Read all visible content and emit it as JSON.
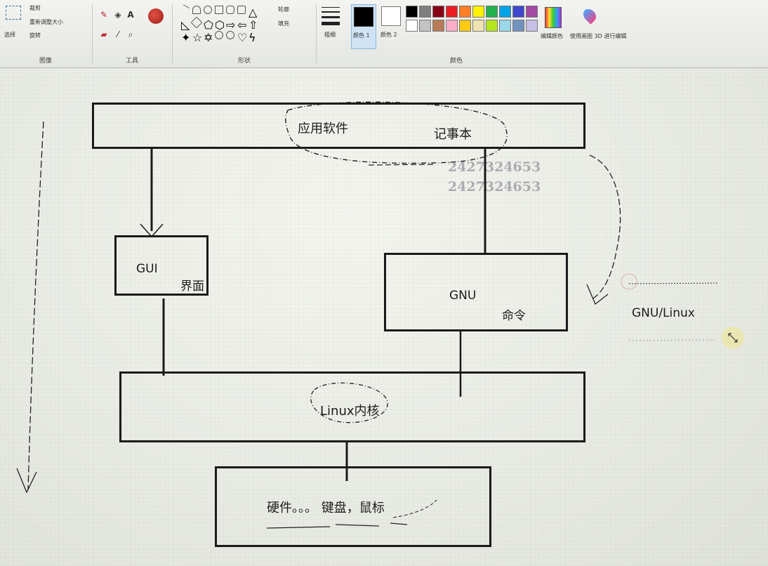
{
  "ribbon": {
    "image_group_label": "图像",
    "tools_group_label": "工具",
    "shapes_group_label": "形状",
    "colors_group_label": "颜色",
    "select_label": "选择",
    "crop_label": "裁剪",
    "resize_label": "重新调整大小",
    "rotate_label": "旋转",
    "outline_label": "轮廓",
    "fill_label": "填充",
    "size_label": "粗细",
    "color1_label": "颜色 1",
    "color2_label": "颜色 2",
    "edit_colors_label": "编辑颜色",
    "paint3d_label": "使用画图 3D 进行编辑",
    "palette_row1": [
      "#000000",
      "#7f7f7f",
      "#880015",
      "#ed1c24",
      "#ff7f27",
      "#fff200",
      "#22b14c",
      "#00a2e8",
      "#3f48cc",
      "#a349a4"
    ],
    "palette_row2": [
      "#ffffff",
      "#c3c3c3",
      "#b97a57",
      "#ffaec9",
      "#ffc90e",
      "#efe4b0",
      "#b5e61d",
      "#99d9ea",
      "#7092be",
      "#c8bfe7"
    ],
    "color1": "#000000",
    "color2": "#ffffff"
  },
  "diagram": {
    "app_layer_label": "应用软件",
    "notepad_label": "记事本",
    "watermark_1": "2427324653",
    "watermark_2": "2427324653",
    "gui_label": "GUI",
    "gui_sub_label": "界面",
    "gnu_label": "GNU",
    "gnu_sub_label": "命令",
    "gnu_linux_label": "GNU/Linux",
    "kernel_label": "Linux内核",
    "hardware_label": "硬件。。。 键盘，鼠标"
  }
}
